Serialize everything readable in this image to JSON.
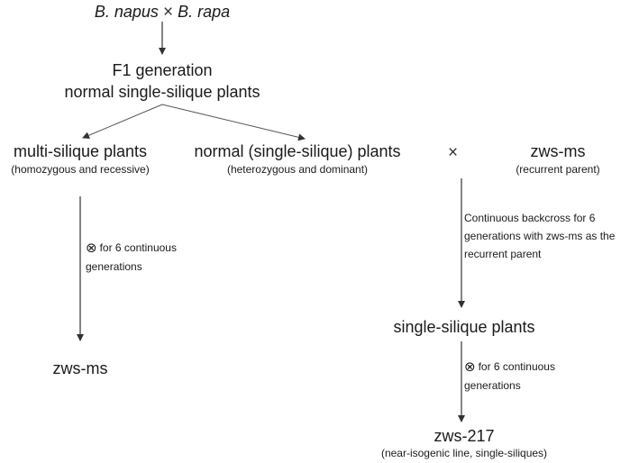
{
  "cross_top": {
    "parent_a": "B. napus",
    "operator": "×",
    "parent_b": "B. rapa"
  },
  "f1": {
    "line1": "F1 generation",
    "line2": "normal single-silique plants"
  },
  "multi": {
    "title": "multi-silique plants",
    "subtitle": "(homozygous and recessive)"
  },
  "normal": {
    "title": "normal (single-silique) plants",
    "subtitle": "(heterozygous and dominant)"
  },
  "backcross_operator": "×",
  "recurrent": {
    "title": "zws-ms",
    "subtitle": "(recurrent parent)"
  },
  "selfing_left": {
    "symbol": "⊗",
    "text": "for 6 continuous generations"
  },
  "backcross_note": "Continuous backcross for 6 generations with zws-ms as the recurrent parent",
  "single_silique": "single-silique plants",
  "selfing_right": {
    "symbol": "⊗",
    "text": "for 6 continuous generations"
  },
  "result_left": "zws-ms",
  "result_right": {
    "title": "zws-217",
    "subtitle": "(near-isogenic line, single-siliques)"
  },
  "colors": {
    "text": "#1a1a1a",
    "line": "#333333",
    "background": "#ffffff"
  }
}
